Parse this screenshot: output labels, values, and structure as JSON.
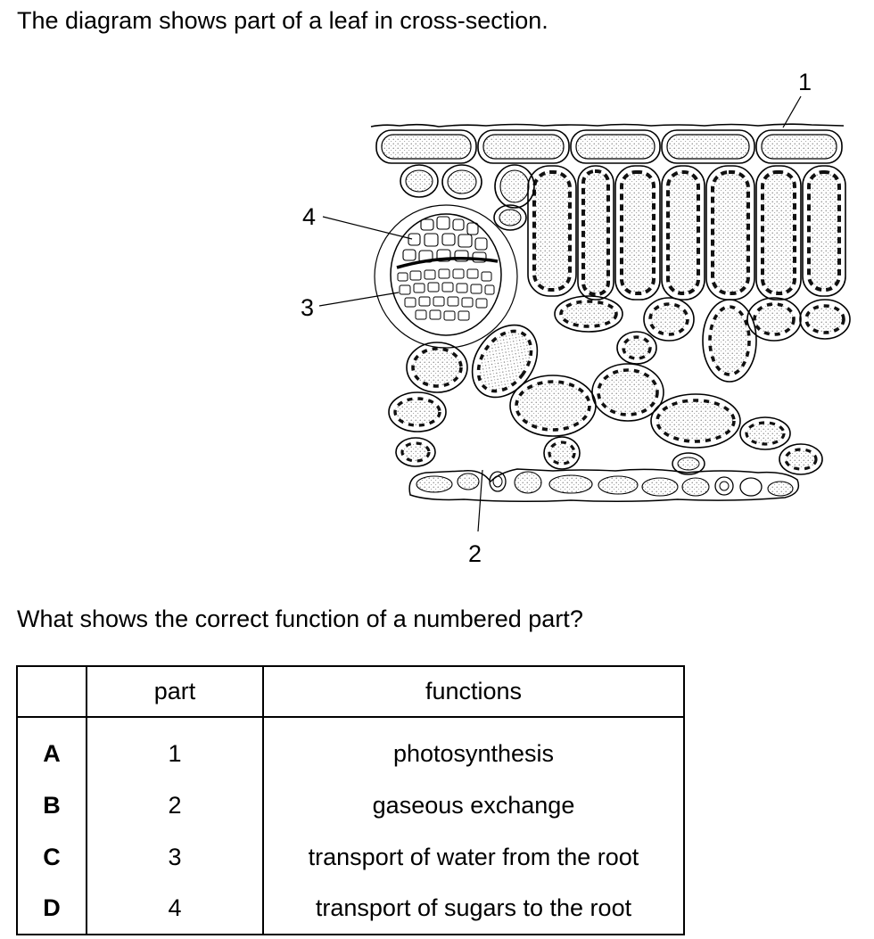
{
  "intro": "The diagram shows part of a leaf in cross-section.",
  "question": "What shows the correct function of a numbered part?",
  "diagram": {
    "labels": [
      "1",
      "2",
      "3",
      "4"
    ]
  },
  "table": {
    "headers": [
      "",
      "part",
      "functions"
    ],
    "rows": [
      {
        "letter": "A",
        "part": "1",
        "function": "photosynthesis"
      },
      {
        "letter": "B",
        "part": "2",
        "function": "gaseous exchange"
      },
      {
        "letter": "C",
        "part": "3",
        "function": "transport of water from the root"
      },
      {
        "letter": "D",
        "part": "4",
        "function": "transport of sugars to the root"
      }
    ]
  }
}
